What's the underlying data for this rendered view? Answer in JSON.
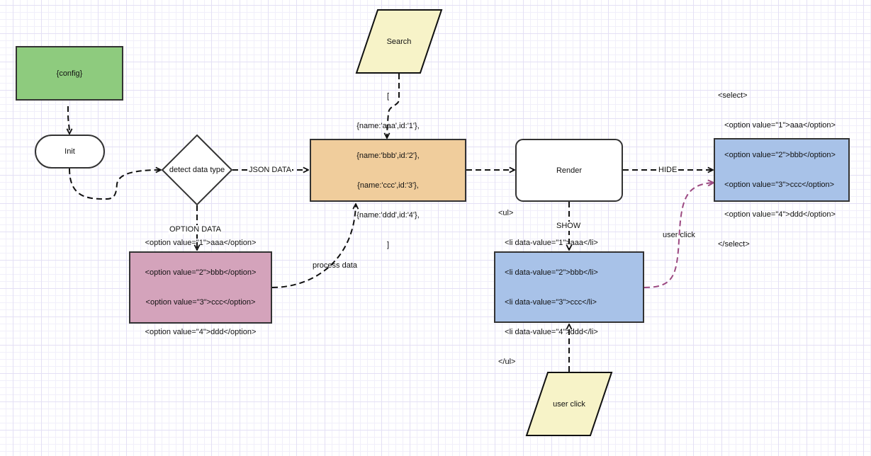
{
  "diagram": {
    "nodes": {
      "config": {
        "label": "{config}",
        "shape": "rectangle",
        "fill": "#8ecb7e"
      },
      "init": {
        "label": "Init",
        "shape": "terminator",
        "fill": "#ffffff"
      },
      "detect": {
        "label": "detect data type",
        "shape": "decision",
        "fill": "#ffffff"
      },
      "search": {
        "label": "Search",
        "shape": "data-parallelogram",
        "fill": "#f7f3c8"
      },
      "json": {
        "shape": "rectangle",
        "fill": "#f0cd9c",
        "lines": [
          "[",
          "{name:'aaa',id:'1'},",
          "{name:'bbb',id:'2'},",
          "{name:'ccc',id:'3'},",
          "{name:'ddd',id:'4'},",
          "]"
        ]
      },
      "options": {
        "shape": "rectangle",
        "fill": "#d4a3bb",
        "lines": [
          "<option value=\"1\">aaa</option>",
          "<option value=\"2\">bbb</option>",
          "<option value=\"3\">ccc</option>",
          "<option value=\"4\">ddd</option>"
        ]
      },
      "render": {
        "label": "Render",
        "shape": "rounded-rectangle",
        "fill": "#ffffff"
      },
      "select": {
        "shape": "rectangle",
        "fill": "#a8c2e8",
        "lines": [
          "<select>",
          "   <option value=\"1\">aaa</option>",
          "   <option value=\"2\">bbb</option>",
          "   <option value=\"3\">ccc</option>",
          "   <option value=\"4\">ddd</option>",
          "</select>"
        ]
      },
      "ul": {
        "shape": "rectangle",
        "fill": "#a8c2e8",
        "lines": [
          "<ul>",
          "   <li data-value=\"1\">aaa</li>",
          "   <li data-value=\"2\">bbb</li>",
          "   <li data-value=\"3\">ccc</li>",
          "   <li data-value=\"4\">ddd</li>",
          "</ul>"
        ]
      },
      "userclick": {
        "label": "user click",
        "shape": "data-parallelogram",
        "fill": "#f7f3c8"
      }
    },
    "edges": [
      {
        "from": "config",
        "to": "init",
        "label": ""
      },
      {
        "from": "init",
        "to": "detect",
        "label": ""
      },
      {
        "from": "detect",
        "to": "json",
        "label": "JSON DATA"
      },
      {
        "from": "detect",
        "to": "options",
        "label": "OPTION DATA"
      },
      {
        "from": "options",
        "to": "json",
        "label": "process data"
      },
      {
        "from": "search",
        "to": "json",
        "label": ""
      },
      {
        "from": "json",
        "to": "render",
        "label": ""
      },
      {
        "from": "render",
        "to": "select",
        "label": "HIDE"
      },
      {
        "from": "render",
        "to": "ul",
        "label": "SHOW"
      },
      {
        "from": "userclick",
        "to": "ul",
        "label": ""
      },
      {
        "from": "ul",
        "to": "select",
        "label": "user click",
        "color": "#9c4a82"
      }
    ],
    "colors": {
      "stroke": "#333333",
      "edge": "#111111",
      "highlight_edge": "#9c4a82"
    }
  }
}
